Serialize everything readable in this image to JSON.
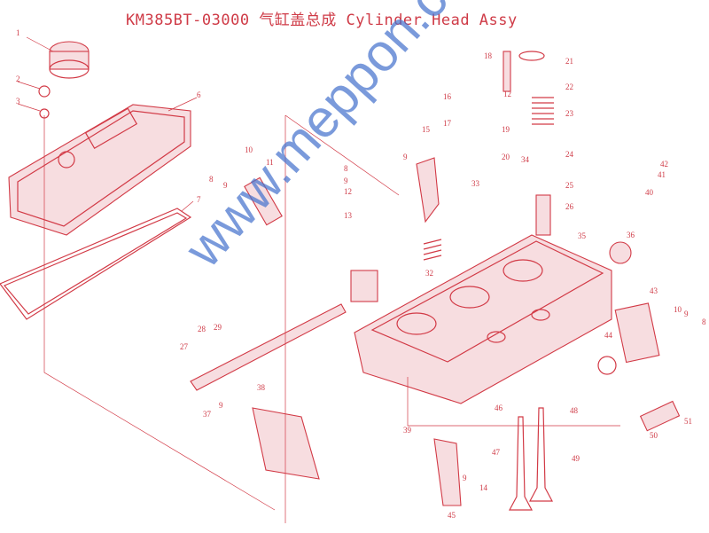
{
  "title": "KM385BT-03000 气缸盖总成 Cylinder Head Assy",
  "watermark": "www.meppon.cc",
  "accent_color": "#cf3b47",
  "watermark_color": "#4673cd",
  "callouts": [
    "1",
    "2",
    "3",
    "6",
    "7",
    "8",
    "9",
    "10",
    "11",
    "8",
    "9",
    "12",
    "13",
    "15",
    "16",
    "9",
    "12",
    "17",
    "18",
    "19",
    "20",
    "21",
    "22",
    "23",
    "24",
    "25",
    "26",
    "34",
    "33",
    "32",
    "35",
    "36",
    "40",
    "41",
    "42",
    "43",
    "10",
    "9",
    "8",
    "44",
    "51",
    "50",
    "46",
    "48",
    "47",
    "49",
    "45",
    "9",
    "14",
    "37",
    "9",
    "38",
    "39",
    "27",
    "28",
    "29"
  ]
}
